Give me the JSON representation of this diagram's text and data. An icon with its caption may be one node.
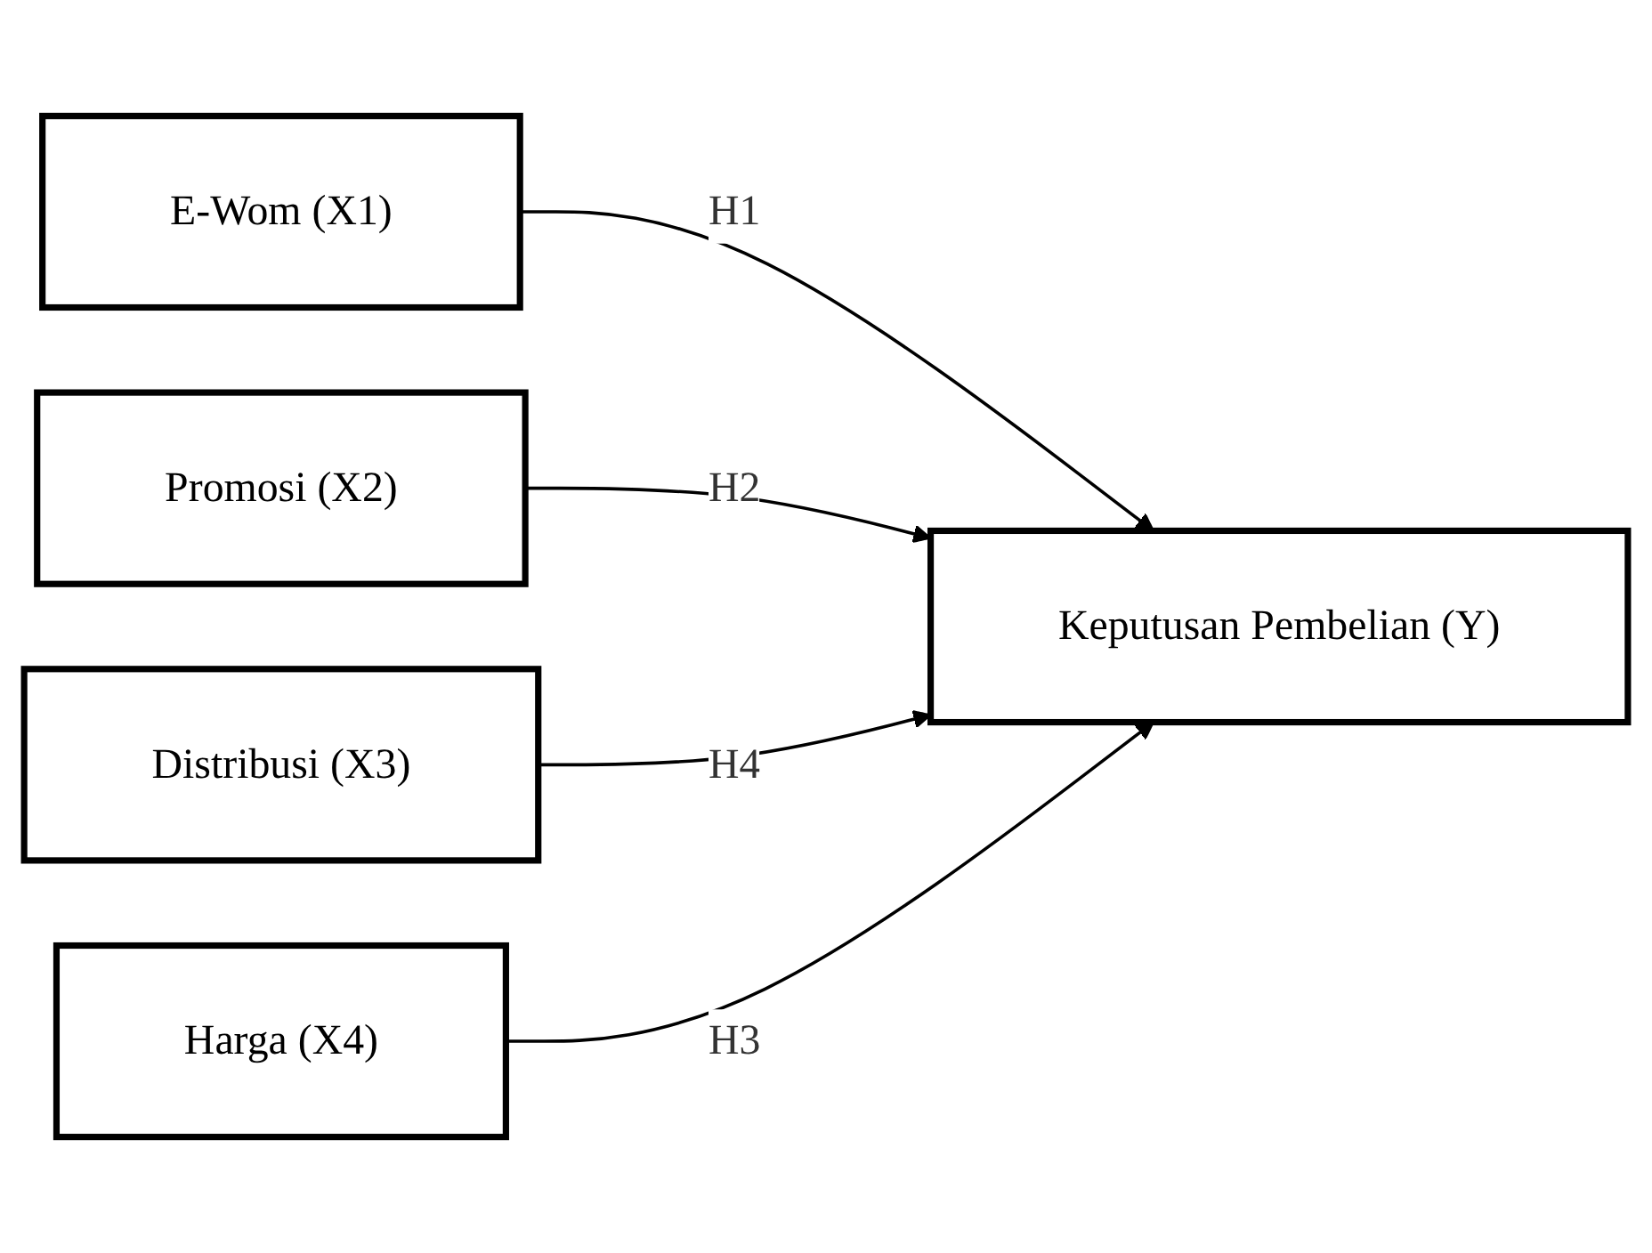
{
  "diagram": {
    "nodes": [
      {
        "text": [
          "E-Wom (X1)"
        ]
      },
      {
        "text": [
          "Promosi (X2)"
        ]
      },
      {
        "text": [
          "Distribusi (X3)"
        ]
      },
      {
        "text": [
          "Harga (X4)"
        ]
      },
      {
        "text": [
          "Keputusan Pembelian (Y)"
        ]
      }
    ],
    "edges": [
      {
        "from": 0,
        "to": 4,
        "arrow": "to",
        "label": "H1"
      },
      {
        "from": 1,
        "to": 4,
        "arrow": "to",
        "label": "H2"
      },
      {
        "from": 2,
        "to": 4,
        "arrow": "to",
        "label": "H4"
      },
      {
        "from": 3,
        "to": 4,
        "arrow": "to",
        "label": "H3"
      }
    ]
  }
}
